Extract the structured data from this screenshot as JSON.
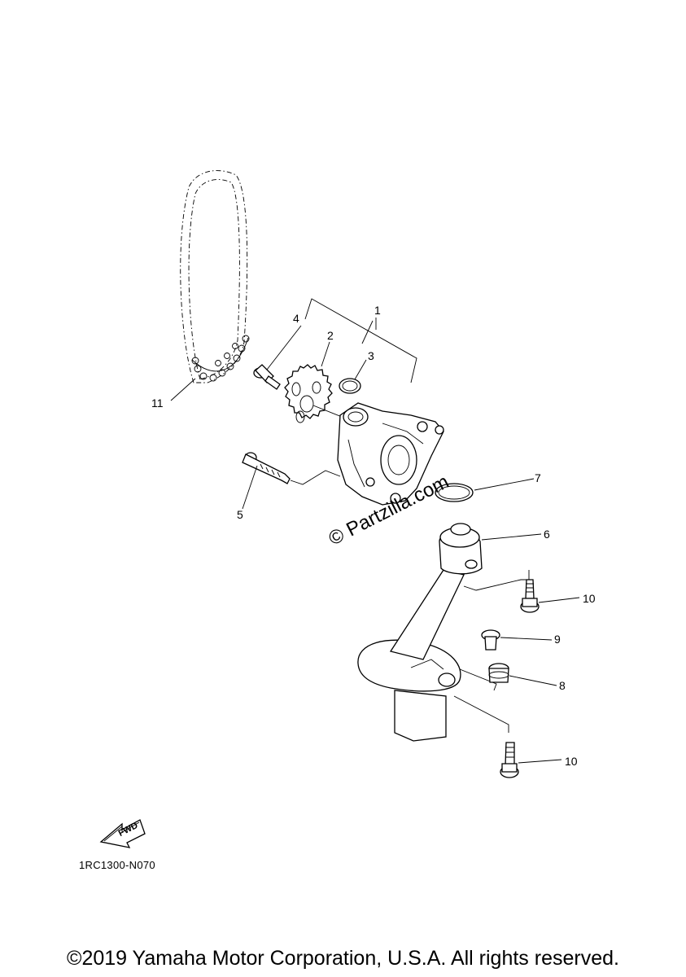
{
  "diagram": {
    "callouts": [
      {
        "id": "c1",
        "label": "1"
      },
      {
        "id": "c2",
        "label": "2"
      },
      {
        "id": "c3",
        "label": "3"
      },
      {
        "id": "c4",
        "label": "4"
      },
      {
        "id": "c5",
        "label": "5"
      },
      {
        "id": "c6",
        "label": "6"
      },
      {
        "id": "c7",
        "label": "7"
      },
      {
        "id": "c8",
        "label": "8"
      },
      {
        "id": "c9",
        "label": "9"
      },
      {
        "id": "c10a",
        "label": "10"
      },
      {
        "id": "c10b",
        "label": "10"
      },
      {
        "id": "c11",
        "label": "11"
      }
    ],
    "fwd_label": "FWD",
    "drawing_code": "1RC1300-N070",
    "watermark": "© Partzilla.com"
  },
  "footer": {
    "copyright": "©2019 Yamaha Motor Corporation, U.S.A. All rights reserved."
  }
}
